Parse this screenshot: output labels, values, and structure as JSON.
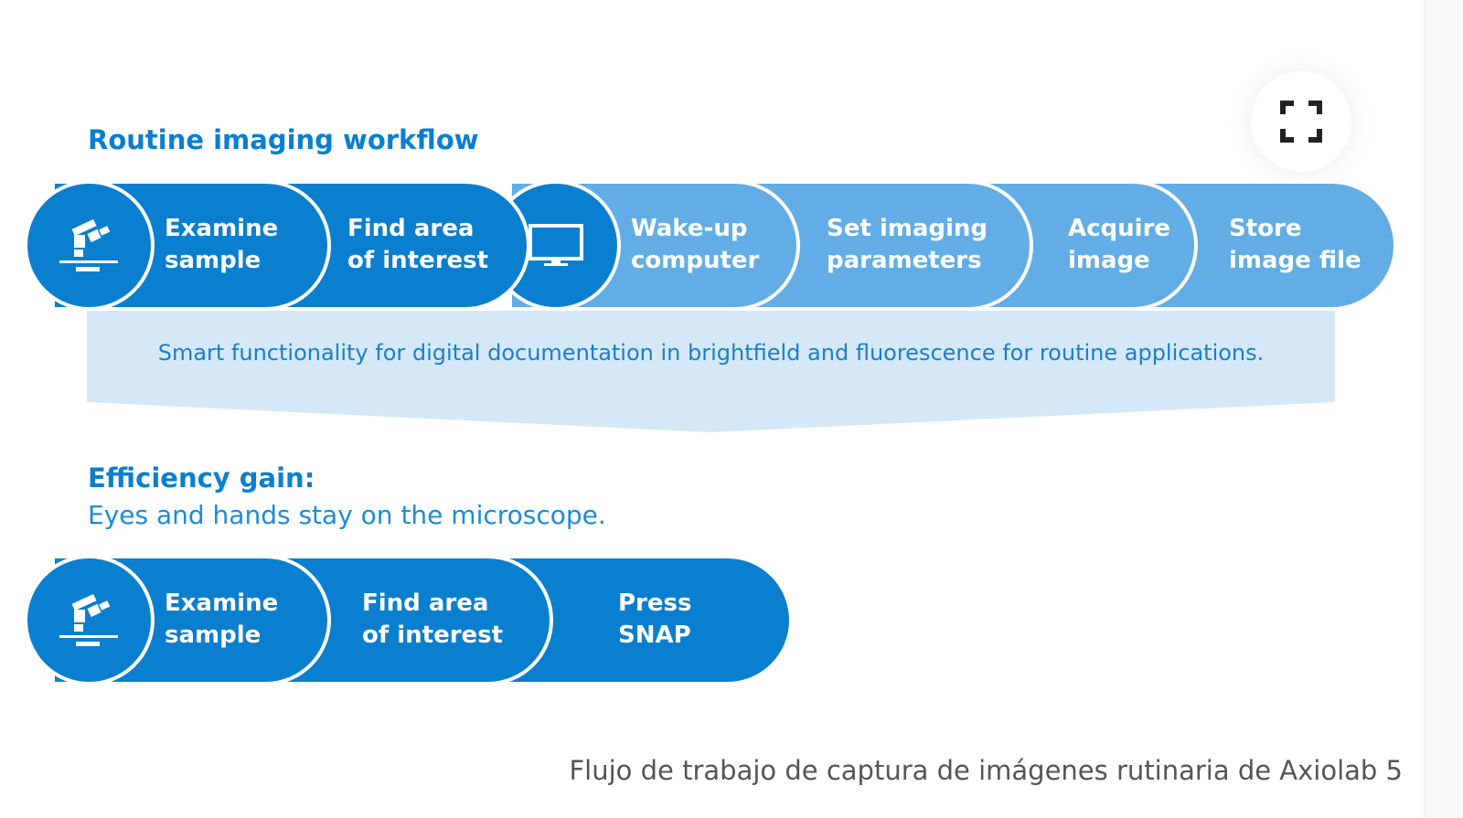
{
  "title": "Routine imaging workflow",
  "workflow": [
    "Examine sample",
    "Find area of interest",
    "Wake-up computer",
    "Set imaging parameters",
    "Acquire image",
    "Store image file"
  ],
  "workflow_lines": [
    [
      "Examine",
      "sample"
    ],
    [
      "Find area",
      "of interest"
    ],
    [
      "Wake-up",
      "computer"
    ],
    [
      "Set imaging",
      "parameters"
    ],
    [
      "Acquire",
      "image"
    ],
    [
      "Store",
      "image file"
    ]
  ],
  "banner": "Smart functionality for digital documentation in brightfield and fluorescence for routine applications.",
  "efficiency_title": "Efficiency gain:",
  "efficiency_sub": "Eyes and hands stay on the microscope.",
  "efficient_lines": [
    [
      "Examine",
      "sample"
    ],
    [
      "Find area",
      "of interest"
    ],
    [
      "Press",
      "SNAP"
    ]
  ],
  "caption": "Flujo de trabajo de captura de imágenes rutinaria de Axiolab 5",
  "colors": {
    "dark": "#0a7fcf",
    "light": "#62ade5",
    "banner": "#d5e8f8"
  },
  "icons": [
    "microscope-icon",
    "monitor-icon",
    "fullscreen-icon"
  ]
}
